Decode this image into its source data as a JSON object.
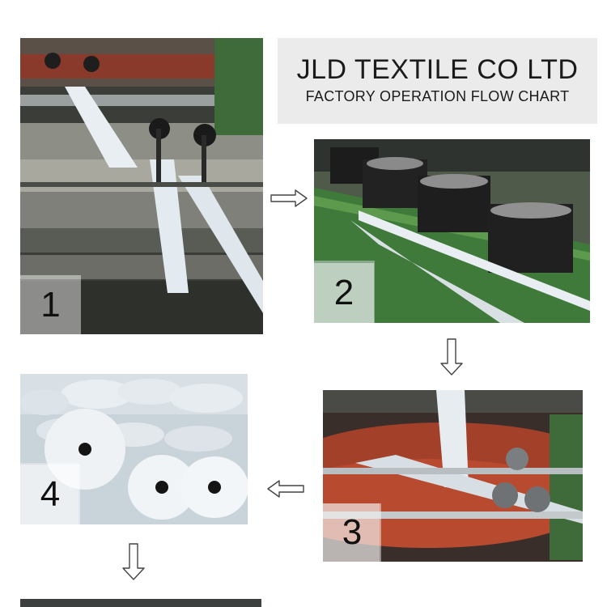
{
  "header": {
    "company": "JLD TEXTILE CO LTD",
    "subtitle": "FACTORY OPERATION FLOW CHART"
  },
  "steps": [
    {
      "number": "1"
    },
    {
      "number": "2"
    },
    {
      "number": "3"
    },
    {
      "number": "4"
    }
  ],
  "arrows": [
    "arrow-right-icon",
    "arrow-down-icon",
    "arrow-left-icon",
    "arrow-down-icon"
  ],
  "colors": {
    "title_bg": "#ebebeb",
    "text": "#1b1b1b",
    "machine_green": "#3f7a3a",
    "roller_red": "#a3402a"
  }
}
